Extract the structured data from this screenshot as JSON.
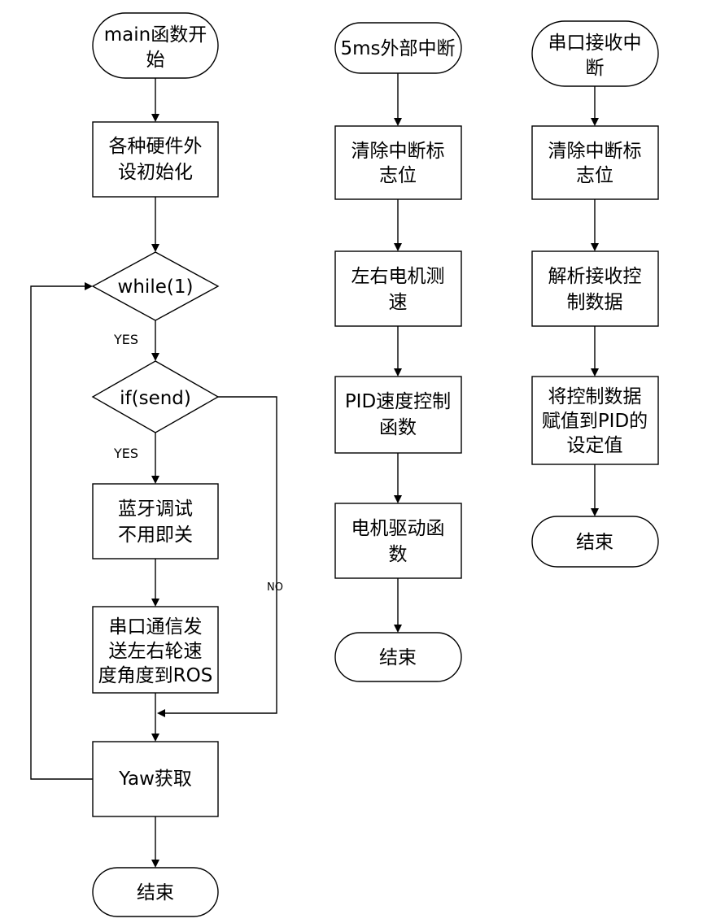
{
  "flow_main": {
    "start": [
      "main函数开",
      "始"
    ],
    "init": [
      "各种硬件外",
      "设初始化"
    ],
    "while": "while(1)",
    "yes1": "YES",
    "if_send": "if(send)",
    "yes2": "YES",
    "no": "NO",
    "bluetooth": [
      "蓝牙调试",
      "不用即关"
    ],
    "serial_send": [
      "串口通信发",
      "送左右轮速",
      "度角度到ROS"
    ],
    "yaw": "Yaw获取",
    "end": "结束"
  },
  "flow_timer": {
    "start": "5ms外部中断",
    "clear_flag": [
      "清除中断标",
      "志位"
    ],
    "speed_measure": [
      "左右电机测",
      "速"
    ],
    "pid": [
      "PID速度控制",
      "函数"
    ],
    "motor_drive": [
      "电机驱动函",
      "数"
    ],
    "end": "结束"
  },
  "flow_uart": {
    "start": [
      "串口接收中",
      "断"
    ],
    "clear_flag": [
      "清除中断标",
      "志位"
    ],
    "parse": [
      "解析接收控",
      "制数据"
    ],
    "assign": [
      "将控制数据",
      "赋值到PID的",
      "设定值"
    ],
    "end": "结束"
  }
}
